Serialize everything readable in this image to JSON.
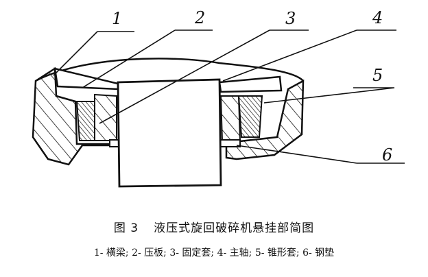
{
  "diagram": {
    "part_labels": [
      "1",
      "2",
      "3",
      "4",
      "5",
      "6"
    ]
  },
  "caption": {
    "figure_number": "图 3",
    "title": "液压式旋回破碎机悬挂部简图"
  },
  "legend": "1- 横梁; 2- 压板; 3- 固定套; 4- 主轴; 5- 锥形套; 6- 钢垫"
}
